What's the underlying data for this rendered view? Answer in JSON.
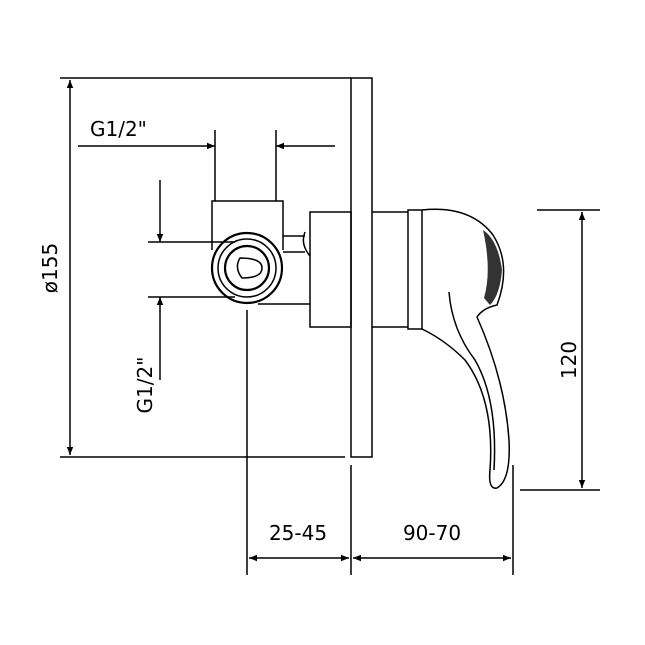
{
  "title": "Concealed single-lever shower mixer – dimension drawing",
  "dimensions": {
    "diameter": "ø155",
    "inlet_top": "G1/2\"",
    "inlet_side": "G1/2\"",
    "height": "120",
    "wall_depth": "25-45",
    "projection": "90-70"
  },
  "colors": {
    "line": "#000000",
    "background": "#ffffff"
  }
}
